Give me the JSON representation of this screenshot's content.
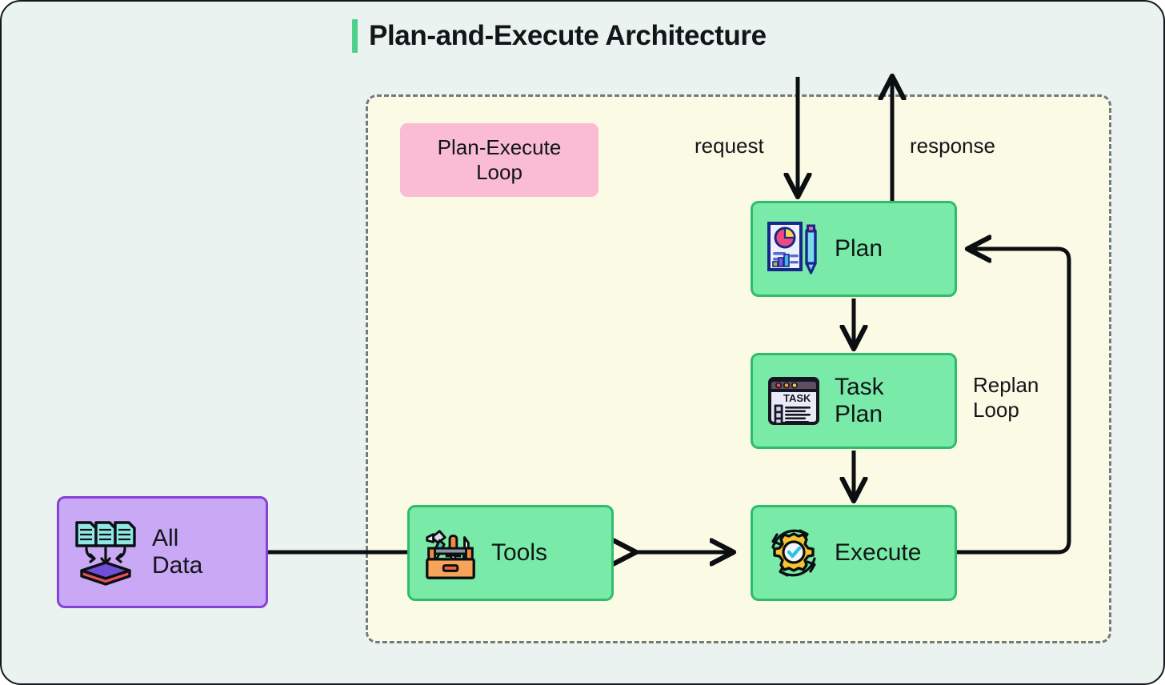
{
  "page": {
    "title": "Plan-and-Execute Architecture",
    "background_color": "#eaf3ef",
    "accent_color": "#4fd18b",
    "border_color": "#14181c"
  },
  "loop_container": {
    "name": "Plan-Execute Loop boundary",
    "fill_color": "#fbfae5",
    "border_color": "#717a80",
    "border_style": "dashed"
  },
  "loop_badge": {
    "label": "Plan-Execute\nLoop",
    "color": "#f9bcd4"
  },
  "nodes": [
    {
      "id": "all-data",
      "label": "All\nData",
      "icon": "documents-to-datastore-icon",
      "fill_color": "#c9a8f5",
      "border_color": "#8641d8"
    },
    {
      "id": "tools",
      "label": "Tools",
      "icon": "toolbox-icon",
      "fill_color": "#79eaa8",
      "border_color": "#2fbd6b"
    },
    {
      "id": "plan",
      "label": "Plan",
      "icon": "document-chart-pen-icon",
      "fill_color": "#79eaa8",
      "border_color": "#2fbd6b"
    },
    {
      "id": "task-plan",
      "label": "Task\nPlan",
      "icon": "task-checklist-window-icon",
      "fill_color": "#79eaa8",
      "border_color": "#2fbd6b"
    },
    {
      "id": "execute",
      "label": "Execute",
      "icon": "gear-check-refresh-icon",
      "fill_color": "#79eaa8",
      "border_color": "#2fbd6b"
    }
  ],
  "edges": [
    {
      "id": "request",
      "label": "request",
      "from": "external",
      "to": "plan",
      "direction": "down"
    },
    {
      "id": "response",
      "label": "response",
      "from": "plan",
      "to": "external",
      "direction": "up"
    },
    {
      "id": "plan-to-taskplan",
      "label": "",
      "from": "plan",
      "to": "task-plan",
      "direction": "down"
    },
    {
      "id": "taskplan-to-execute",
      "label": "",
      "from": "task-plan",
      "to": "execute",
      "direction": "down"
    },
    {
      "id": "tools-execute",
      "label": "",
      "from": "tools",
      "to": "execute",
      "direction": "bidirectional"
    },
    {
      "id": "alldata-to-tools",
      "label": "",
      "from": "all-data",
      "to": "tools",
      "direction": "line"
    },
    {
      "id": "replan",
      "label": "Replan\nLoop",
      "from": "execute",
      "to": "plan",
      "direction": "loop-left"
    }
  ],
  "icon_text": {
    "task_window_heading": "TASK"
  }
}
